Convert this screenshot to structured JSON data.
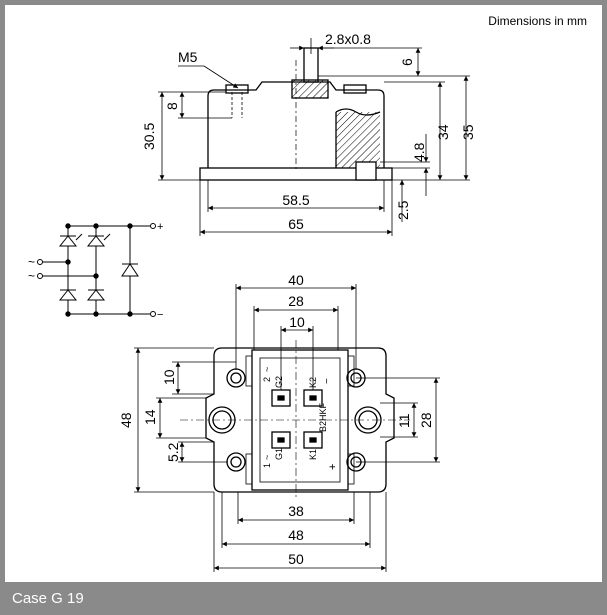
{
  "header": {
    "units_note": "Dimensions in mm"
  },
  "footer": {
    "case_label": "Case G 19"
  },
  "side_view": {
    "thread_label": "M5",
    "terminal_label": "2.8x0.8",
    "dims": {
      "d6": "6",
      "d8": "8",
      "d30_5": "30.5",
      "d34": "34",
      "d35": "35",
      "d4_8": "4.8",
      "d2_5": "2.5",
      "d58_5": "58.5",
      "d65": "65"
    }
  },
  "top_view": {
    "dims": {
      "d40": "40",
      "d28_top": "28",
      "d10_top": "10",
      "d10_left": "10",
      "d14": "14",
      "d48_left": "48",
      "d5_2": "5.2",
      "d11": "11",
      "d28_right": "28",
      "d38": "38",
      "d48_bottom": "48",
      "d50": "50"
    },
    "pins": {
      "p2": "2",
      "g2": "G2",
      "k2": "K2",
      "minus": "−",
      "p1": "1",
      "g1": "G1",
      "k1": "K1",
      "plus": "+",
      "b2hkf": "B2HKF",
      "tilde_top": "~",
      "tilde_bottom": "~"
    }
  },
  "schematic": {
    "plus": "+",
    "minus": "−",
    "ac1": "~",
    "ac2": "~"
  }
}
